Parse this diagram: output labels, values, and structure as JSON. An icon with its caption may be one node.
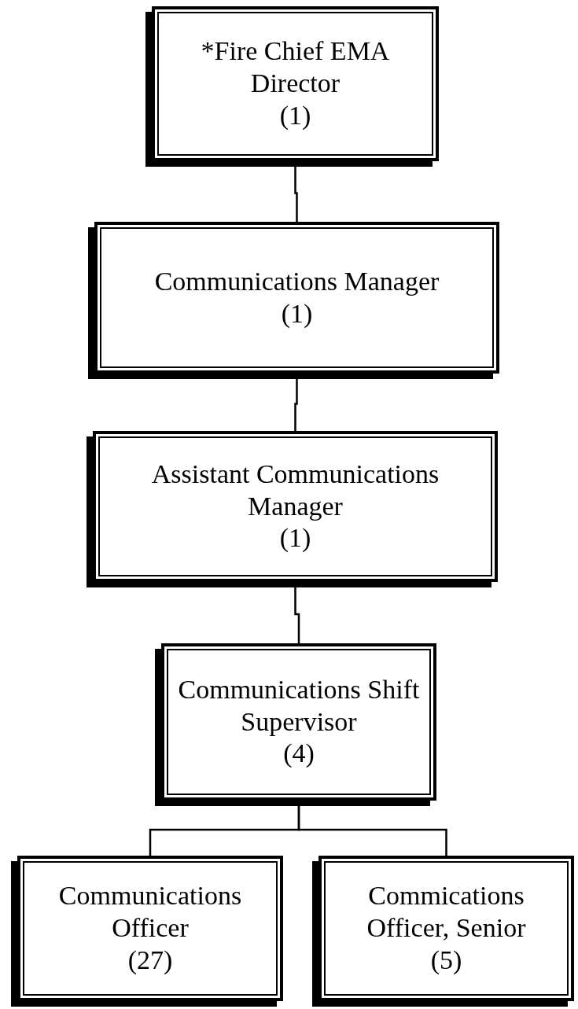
{
  "diagram": {
    "nodes": [
      {
        "text": [
          "*Fire Chief EMA Director",
          "(1)"
        ]
      },
      {
        "text": [
          "Communications Manager",
          "(1)"
        ]
      },
      {
        "text": [
          "Assistant Communications Manager",
          "(1)"
        ]
      },
      {
        "text": [
          "Communications Shift Supervisor",
          "(4)"
        ]
      },
      {
        "text": [
          "Communications Officer",
          "(27)"
        ]
      },
      {
        "text": [
          "Commications Officer, Senior",
          "(5)"
        ]
      }
    ],
    "edges": [
      {
        "from": 0,
        "to": 1,
        "arrow": "none"
      },
      {
        "from": 1,
        "to": 2,
        "arrow": "none"
      },
      {
        "from": 2,
        "to": 3,
        "arrow": "none"
      },
      {
        "from": 3,
        "to": 4,
        "arrow": "none"
      },
      {
        "from": 3,
        "to": 5,
        "arrow": "none"
      }
    ]
  }
}
